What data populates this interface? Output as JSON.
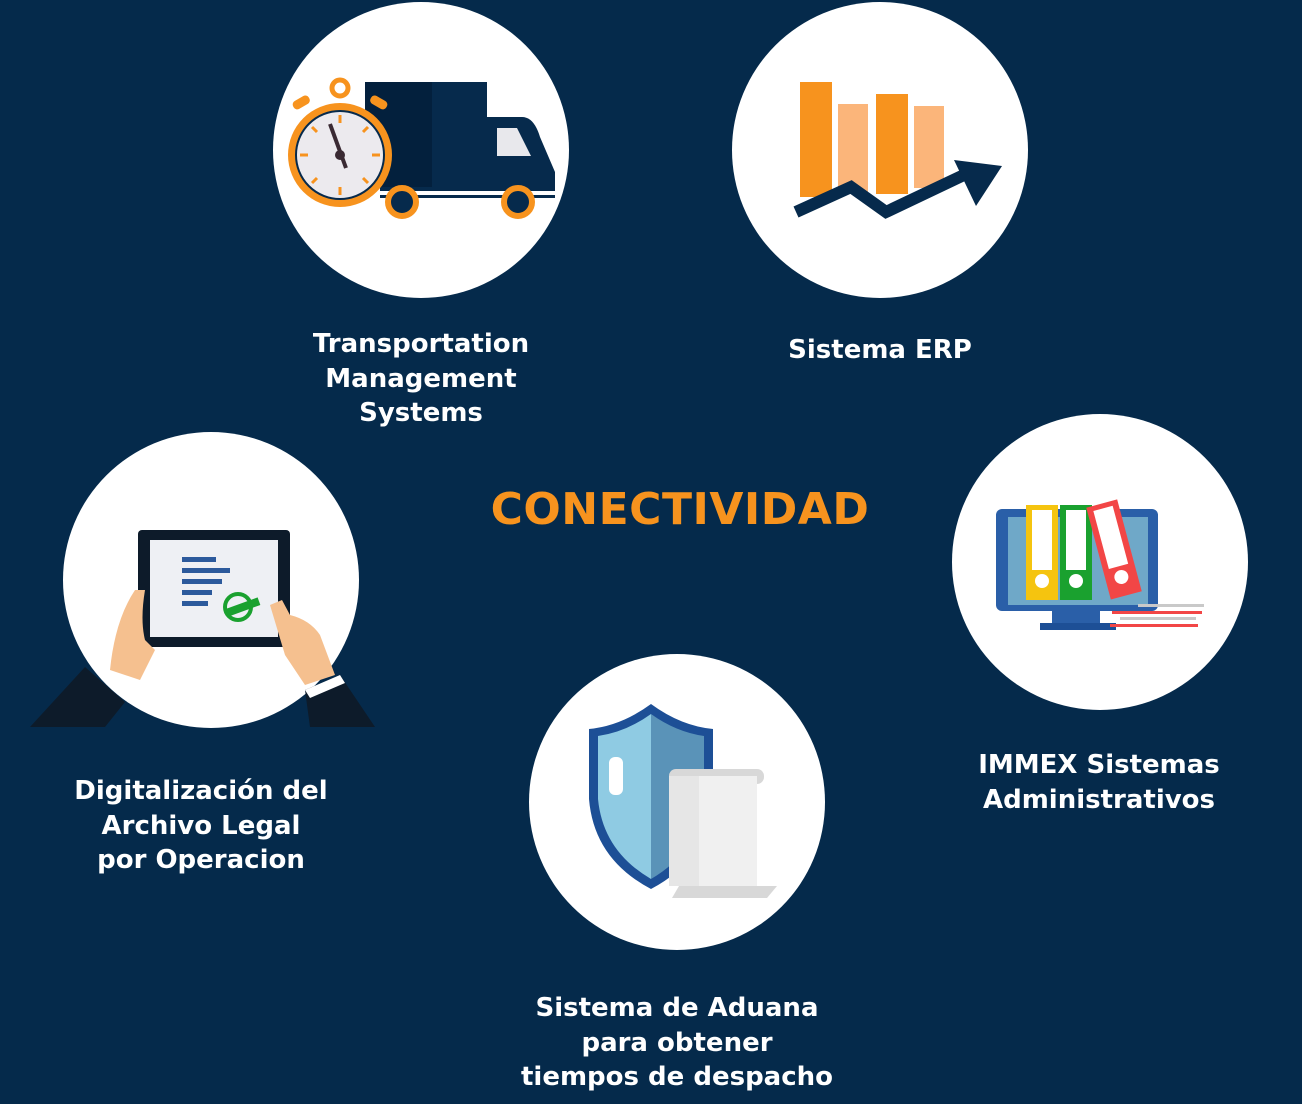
{
  "title": "CONECTIVIDAD",
  "colors": {
    "background": "#052a4b",
    "accent": "#f7931e",
    "text": "#ffffff"
  },
  "nodes": [
    {
      "icon": "truck-stopwatch-icon",
      "lines": [
        "Transportation",
        "Management",
        "Systems"
      ]
    },
    {
      "icon": "bar-chart-growth-icon",
      "lines": [
        "Sistema ERP"
      ]
    },
    {
      "icon": "tablet-document-icon",
      "lines": [
        "Digitalización del",
        "Archivo Legal",
        "por Operacion"
      ]
    },
    {
      "icon": "monitor-binders-icon",
      "lines": [
        "IMMEX Sistemas",
        "Administrativos"
      ]
    },
    {
      "icon": "shield-scroll-icon",
      "lines": [
        "Sistema de Aduana",
        "para obtener",
        "tiempos de despacho"
      ]
    }
  ]
}
